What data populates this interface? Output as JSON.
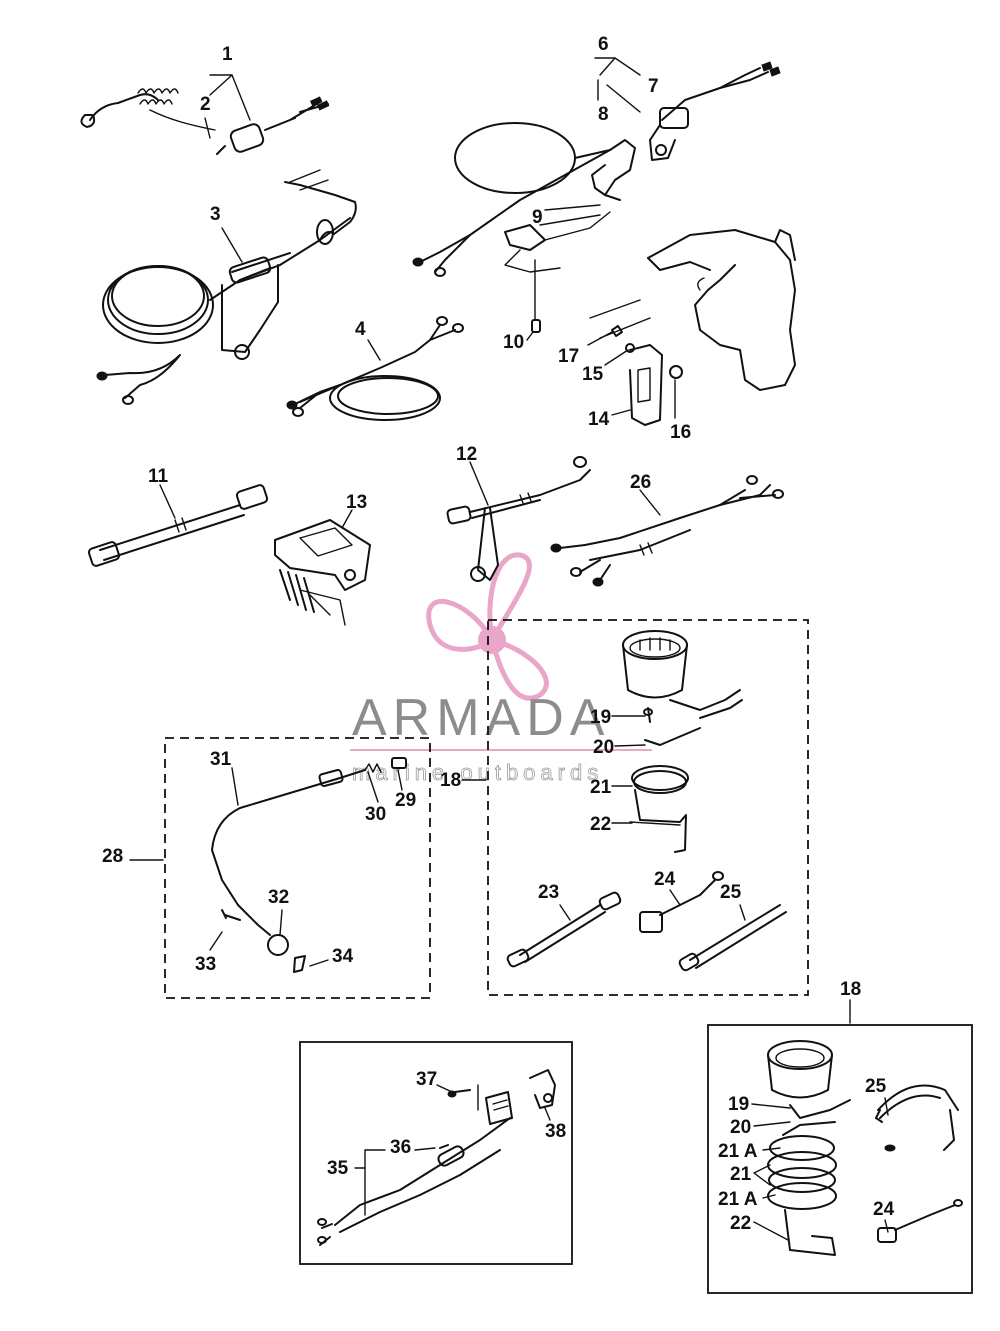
{
  "watermark": {
    "brand": "ARMADA",
    "tagline": "marine outboards",
    "logo_icon": "propeller-logo-icon",
    "colors": {
      "pink": "#e9a6c8",
      "gray": "#8c8c8c"
    }
  },
  "callouts": {
    "c1": "1",
    "c2": "2",
    "c3": "3",
    "c4": "4",
    "c6": "6",
    "c7": "7",
    "c8": "8",
    "c9": "9",
    "c10": "10",
    "c11": "11",
    "c12": "12",
    "c13": "13",
    "c14": "14",
    "c15": "15",
    "c16": "16",
    "c17": "17",
    "c18a": "18",
    "c18b": "18",
    "c19a": "19",
    "c19b": "19",
    "c20a": "20",
    "c20b": "20",
    "c21a": "21",
    "c21b": "21",
    "c21Aa": "21 A",
    "c21Ab": "21 A",
    "c22a": "22",
    "c22b": "22",
    "c23": "23",
    "c24a": "24",
    "c24b": "24",
    "c25a": "25",
    "c25b": "25",
    "c26": "26",
    "c28": "28",
    "c29": "29",
    "c30": "30",
    "c31": "31",
    "c32": "32",
    "c33": "33",
    "c34": "34",
    "c35": "35",
    "c36": "36",
    "c37": "37",
    "c38": "38"
  }
}
